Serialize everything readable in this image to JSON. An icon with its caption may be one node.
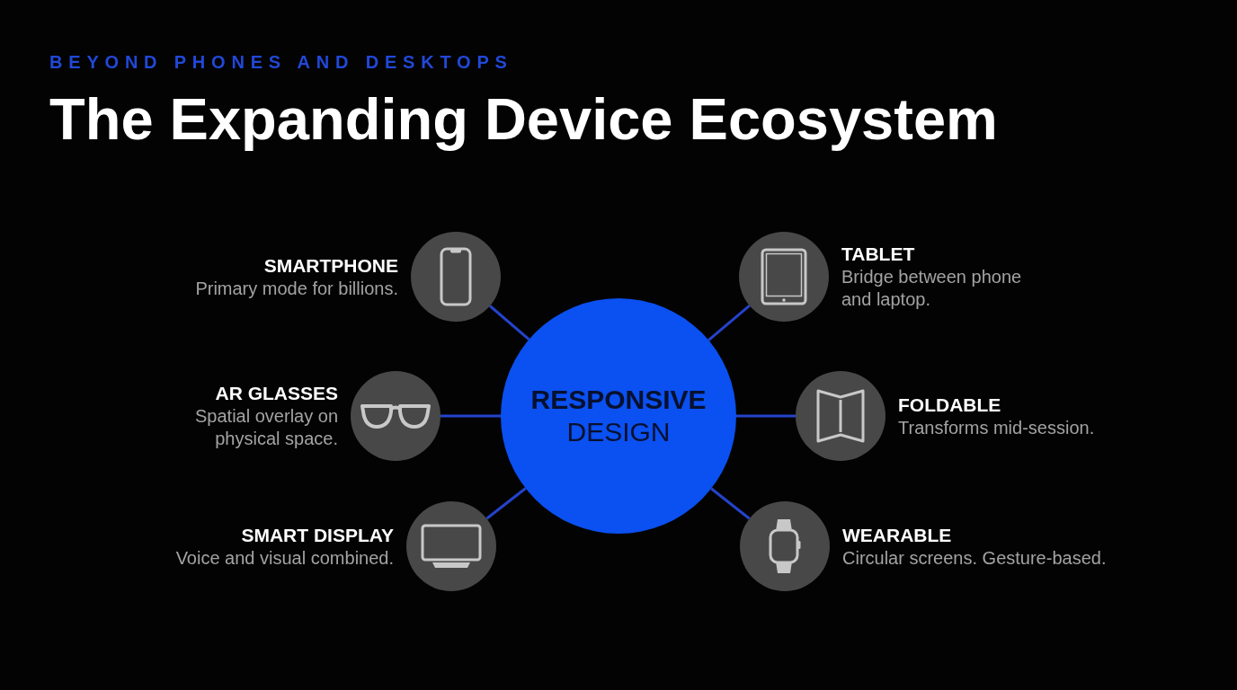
{
  "diagram": {
    "title": "The Expanding Device Ecosystem",
    "nodes": [
      {
        "text": [
          "RESPONSIVE",
          "DESIGN"
        ]
      },
      {
        "text": [
          "SMARTPHONE",
          "Primary mode for billions."
        ]
      },
      {
        "text": [
          "AR GLASSES",
          "Spatial overlay on physical space."
        ]
      },
      {
        "text": [
          "SMART DISPLAY",
          "Voice and visual combined."
        ]
      },
      {
        "text": [
          "TABLET",
          "Bridge between phone and laptop."
        ]
      },
      {
        "text": [
          "FOLDABLE",
          "Transforms mid-session."
        ]
      },
      {
        "text": [
          "WEARABLE",
          "Circular screens. Gesture-based."
        ]
      }
    ],
    "edges": [
      {
        "from": 0,
        "to": 1,
        "arrow": "none"
      },
      {
        "from": 0,
        "to": 2,
        "arrow": "none"
      },
      {
        "from": 0,
        "to": 3,
        "arrow": "none"
      },
      {
        "from": 0,
        "to": 4,
        "arrow": "none"
      },
      {
        "from": 0,
        "to": 5,
        "arrow": "none"
      },
      {
        "from": 0,
        "to": 6,
        "arrow": "none"
      }
    ],
    "labels": [
      "BEYOND PHONES AND DESKTOPS"
    ]
  }
}
